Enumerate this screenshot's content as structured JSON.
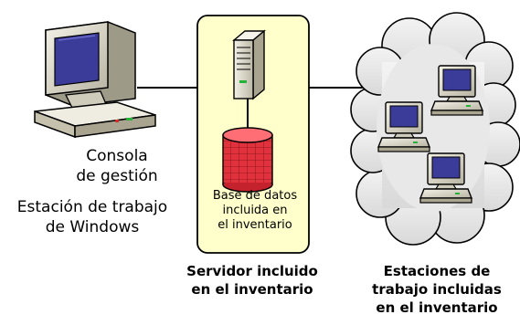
{
  "diagram": {
    "console_label": "Consola\nde gestión",
    "workstation_label": "Estación de trabajo\nde Windows",
    "database_label": "Base de datos\nincluida en\nel inventario",
    "server_label": "Servidor incluido\nen el inventario",
    "stations_label": "Estaciones de\ntrabajo incluidas\nen el inventario"
  },
  "colors": {
    "server_panel_fill": "#ffffcc",
    "database_fill": "#e0313c",
    "monitor_screen": "#3b3b9a",
    "computer_body": "#d6d3c4"
  },
  "icons": [
    "desktop-computer-icon",
    "server-tower-icon",
    "database-icon",
    "cloud-icon",
    "workstation-icon"
  ]
}
